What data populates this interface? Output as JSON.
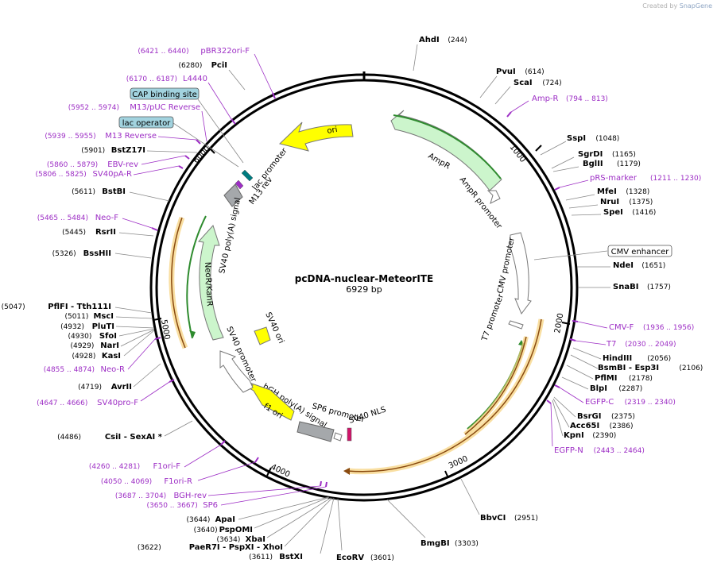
{
  "watermark": {
    "created_by": "Created by",
    "brand": "SnapGene"
  },
  "plasmid": {
    "name": "pcDNA-nuclear-MeteorITE",
    "size": "6929 bp"
  },
  "ticks": [
    "1000",
    "2000",
    "3000",
    "4000",
    "5000",
    "6000"
  ],
  "colors": {
    "enzyme": "#000000",
    "primer": "#9d2ec5",
    "feature_green": "#ccf5cc",
    "feature_yellow": "#ffff00",
    "feature_gray": "#a5a8ab",
    "feature_white": "#ffffff",
    "orf_orange": "#ec9a2e",
    "orf_green": "#2e8b2e",
    "pink": "#d0146a",
    "box_blue": "#a2d3df"
  },
  "labels": {
    "left": [
      {
        "pos": "(6421 .. 6440)",
        "name": "pBR322ori-F",
        "type": "primer"
      },
      {
        "pos": "(6280)",
        "name": "PciI",
        "type": "enzyme"
      },
      {
        "pos": "(6170 .. 6187)",
        "name": "L4440",
        "type": "primer"
      },
      {
        "pos": "",
        "name": "CAP binding site",
        "type": "box"
      },
      {
        "pos": "(5952 .. 5974)",
        "name": "M13/pUC Reverse",
        "type": "primer"
      },
      {
        "pos": "",
        "name": "lac operator",
        "type": "box"
      },
      {
        "pos": "(5939 .. 5955)",
        "name": "M13 Reverse",
        "type": "primer"
      },
      {
        "pos": "(5901)",
        "name": "BstZ17I",
        "type": "enzyme"
      },
      {
        "pos": "(5860 .. 5879)",
        "name": "EBV-rev",
        "type": "primer"
      },
      {
        "pos": "(5806 .. 5825)",
        "name": "SV40pA-R",
        "type": "primer"
      },
      {
        "pos": "(5611)",
        "name": "BstBI",
        "type": "enzyme"
      },
      {
        "pos": "(5465 .. 5484)",
        "name": "Neo-F",
        "type": "primer"
      },
      {
        "pos": "(5445)",
        "name": "RsrII",
        "type": "enzyme"
      },
      {
        "pos": "(5326)",
        "name": "BssHII",
        "type": "enzyme"
      },
      {
        "pos": "(5047)",
        "name": "PflFI  - Tth111I",
        "type": "enzyme"
      },
      {
        "pos": "(5011)",
        "name": "MscI",
        "type": "enzyme"
      },
      {
        "pos": "(4932)",
        "name": "PluTI",
        "type": "enzyme"
      },
      {
        "pos": "(4930)",
        "name": "SfoI",
        "type": "enzyme"
      },
      {
        "pos": "(4929)",
        "name": "NarI",
        "type": "enzyme"
      },
      {
        "pos": "(4928)",
        "name": "KasI",
        "type": "enzyme"
      },
      {
        "pos": "(4855 .. 4874)",
        "name": "Neo-R",
        "type": "primer"
      },
      {
        "pos": "(4719)",
        "name": "AvrII",
        "type": "enzyme"
      },
      {
        "pos": "(4647 .. 4666)",
        "name": "SV40pro-F",
        "type": "primer"
      },
      {
        "pos": "(4486)",
        "name": "CsiI  - SexAI *",
        "type": "enzyme"
      },
      {
        "pos": "(4260 .. 4281)",
        "name": "F1ori-F",
        "type": "primer"
      },
      {
        "pos": "(4050 .. 4069)",
        "name": "F1ori-R",
        "type": "primer"
      },
      {
        "pos": "(3687 .. 3704)",
        "name": "BGH-rev",
        "type": "primer"
      },
      {
        "pos": "(3650 .. 3667)",
        "name": "SP6",
        "type": "primer"
      },
      {
        "pos": "(3644)",
        "name": "ApaI",
        "type": "enzyme"
      },
      {
        "pos": "(3640)",
        "name": "PspOMI",
        "type": "enzyme"
      },
      {
        "pos": "(3634)",
        "name": "XbaI",
        "type": "enzyme"
      },
      {
        "pos": "(3622)",
        "name": "PaeR7I  - PspXI  - XhoI",
        "type": "enzyme"
      },
      {
        "pos": "(3611)",
        "name": "BstXI",
        "type": "enzyme"
      }
    ],
    "right": [
      {
        "name": "AhdI",
        "pos": "(244)",
        "type": "enzyme"
      },
      {
        "name": "PvuI",
        "pos": "(614)",
        "type": "enzyme"
      },
      {
        "name": "ScaI",
        "pos": "(724)",
        "type": "enzyme"
      },
      {
        "name": "Amp-R",
        "pos": "(794 .. 813)",
        "type": "primer"
      },
      {
        "name": "SspI",
        "pos": "(1048)",
        "type": "enzyme"
      },
      {
        "name": "SgrDI",
        "pos": "(1165)",
        "type": "enzyme"
      },
      {
        "name": "BglII",
        "pos": "(1179)",
        "type": "enzyme"
      },
      {
        "name": "pRS-marker",
        "pos": "(1211 .. 1230)",
        "type": "primer"
      },
      {
        "name": "MfeI",
        "pos": "(1328)",
        "type": "enzyme"
      },
      {
        "name": "NruI",
        "pos": "(1375)",
        "type": "enzyme"
      },
      {
        "name": "SpeI",
        "pos": "(1416)",
        "type": "enzyme"
      },
      {
        "name": "CMV enhancer",
        "pos": "",
        "type": "whitebox"
      },
      {
        "name": "NdeI",
        "pos": "(1651)",
        "type": "enzyme"
      },
      {
        "name": "SnaBI",
        "pos": "(1757)",
        "type": "enzyme"
      },
      {
        "name": "CMV-F",
        "pos": "(1936 .. 1956)",
        "type": "primer"
      },
      {
        "name": "T7",
        "pos": "(2030 .. 2049)",
        "type": "primer"
      },
      {
        "name": "HindIII",
        "pos": "(2056)",
        "type": "enzyme"
      },
      {
        "name": "BsmBI  - Esp3I",
        "pos": "(2106)",
        "type": "enzyme"
      },
      {
        "name": "PflMI",
        "pos": "(2178)",
        "type": "enzyme"
      },
      {
        "name": "BlpI",
        "pos": "(2287)",
        "type": "enzyme"
      },
      {
        "name": "EGFP-C",
        "pos": "(2319 .. 2340)",
        "type": "primer"
      },
      {
        "name": "BsrGI",
        "pos": "(2375)",
        "type": "enzyme"
      },
      {
        "name": "Acc65I",
        "pos": "(2386)",
        "type": "enzyme"
      },
      {
        "name": "KpnI",
        "pos": "(2390)",
        "type": "enzyme"
      },
      {
        "name": "EGFP-N",
        "pos": "(2443 .. 2464)",
        "type": "primer"
      },
      {
        "name": "BbvCI",
        "pos": "(2951)",
        "type": "enzyme"
      },
      {
        "name": "BmgBI",
        "pos": "(3303)",
        "type": "enzyme"
      },
      {
        "name": "EcoRV",
        "pos": "(3601)",
        "type": "enzyme"
      }
    ]
  },
  "features": [
    "ori",
    "AmpR",
    "AmpR promoter",
    "CMV promoter",
    "T7 promoter",
    "lac promoter",
    "M13 rev",
    "SV40 poly(A) signal",
    "NeoR/KanR",
    "SV40 ori",
    "SV40 promoter",
    "bGH poly(A) signal",
    "SP6 promoter",
    "f1 ori",
    "SV40 NLS"
  ]
}
